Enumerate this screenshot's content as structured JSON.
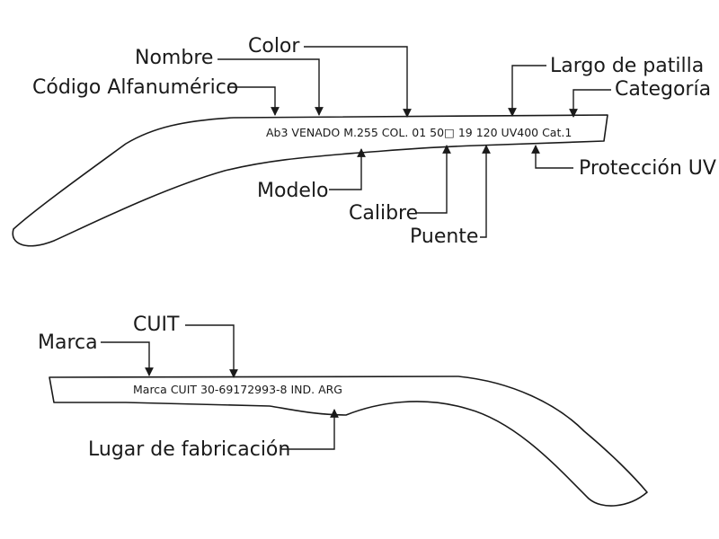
{
  "top_temple": {
    "code_text": "Ab3 VENADO M.255 COL. 01 50□  19 120 UV400 Cat.1",
    "labels": {
      "nombre": "Nombre",
      "color": "Color",
      "codigo": "Código Alfanumérico",
      "largo": "Largo de patilla",
      "categoria": "Categoría",
      "proteccion": "Protección UV",
      "modelo": "Modelo",
      "calibre": "Calibre",
      "puente": "Puente"
    }
  },
  "bottom_temple": {
    "code_text": "Marca CUIT 30-69172993-8 IND. ARG",
    "labels": {
      "cuit": "CUIT",
      "marca": "Marca",
      "lugar": "Lugar de fabricación"
    }
  }
}
